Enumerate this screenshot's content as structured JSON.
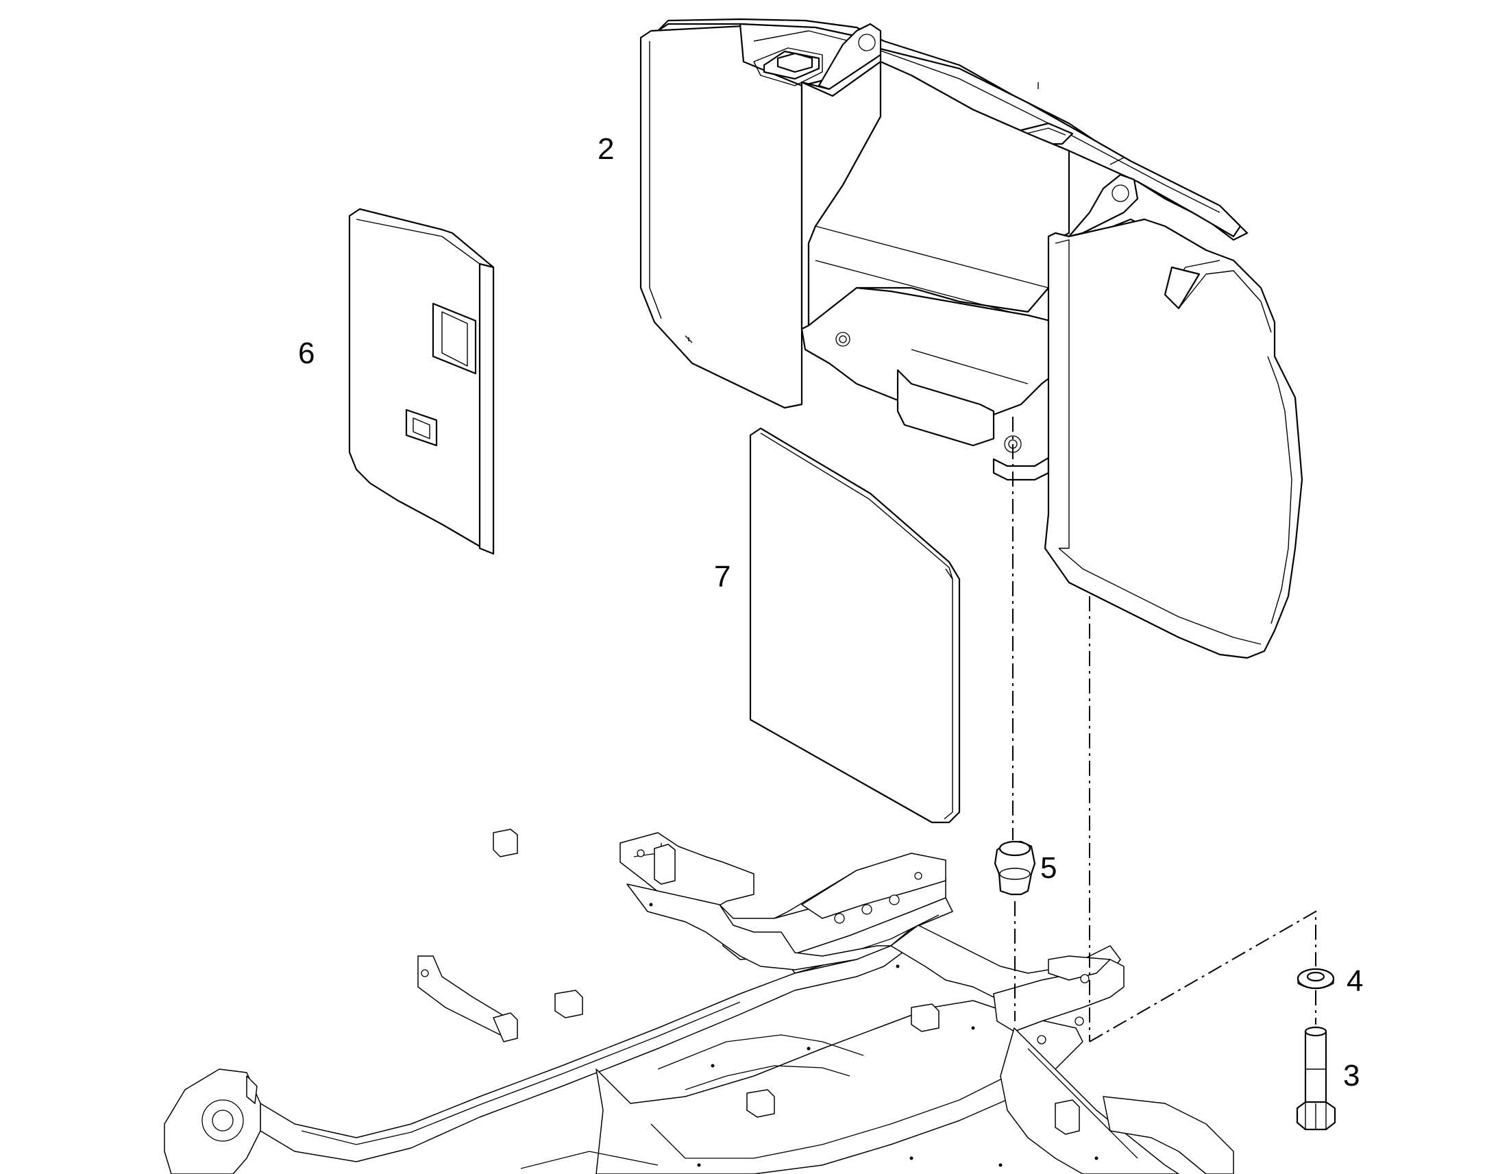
{
  "callouts": {
    "part_2": "2",
    "part_3": "3",
    "part_4": "4",
    "part_5": "5",
    "part_6": "6",
    "part_7": "7"
  },
  "colors": {
    "line": "#000000",
    "background": "#ffffff"
  }
}
